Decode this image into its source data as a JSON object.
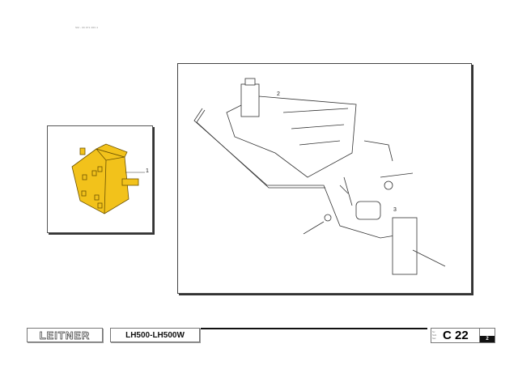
{
  "header": {
    "doc_ref": "SM - 00 071 003 4"
  },
  "diagram": {
    "callouts": [
      "1",
      "2",
      "3"
    ],
    "part_color": "#f2c21b"
  },
  "footer": {
    "brand": "LEITNER",
    "model": "LH500-LH500W",
    "sub_labels": [
      "Sv",
      "Sub",
      "Sel"
    ],
    "page_code": "C 22",
    "sheet": "2"
  }
}
